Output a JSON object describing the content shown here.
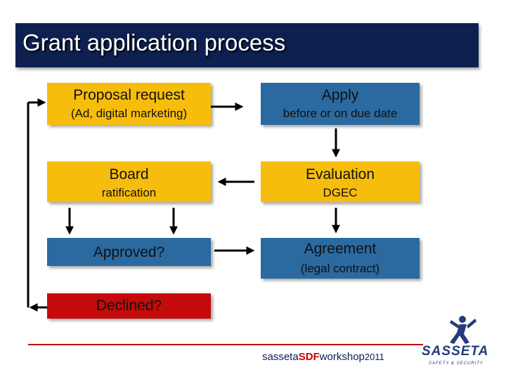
{
  "title": "Grant application process",
  "boxes": {
    "proposal": {
      "label": "Proposal request",
      "sub": "(Ad, digital marketing)",
      "color": "#f7bd0c"
    },
    "apply": {
      "label": "Apply",
      "sub": "before or on due date",
      "color": "#2a6aa0"
    },
    "board": {
      "label": "Board",
      "sub": "ratification",
      "color": "#f7bd0c"
    },
    "evaluation": {
      "label": "Evaluation",
      "sub": "DGEC",
      "color": "#f7bd0c"
    },
    "approved": {
      "label": "Approved?",
      "color": "#2a6aa0"
    },
    "agreement": {
      "label": "Agreement",
      "sub": "(legal contract)",
      "color": "#2a6aa0"
    },
    "declined": {
      "label": "Declined?",
      "color": "#c40a0a"
    }
  },
  "footer": {
    "part1": "sasseta",
    "part2": "SDF",
    "part3": "workshop",
    "part4": "2011"
  },
  "logo": {
    "wordmark": "SASSETA",
    "tagline": "SAFETY & SECURITY"
  }
}
